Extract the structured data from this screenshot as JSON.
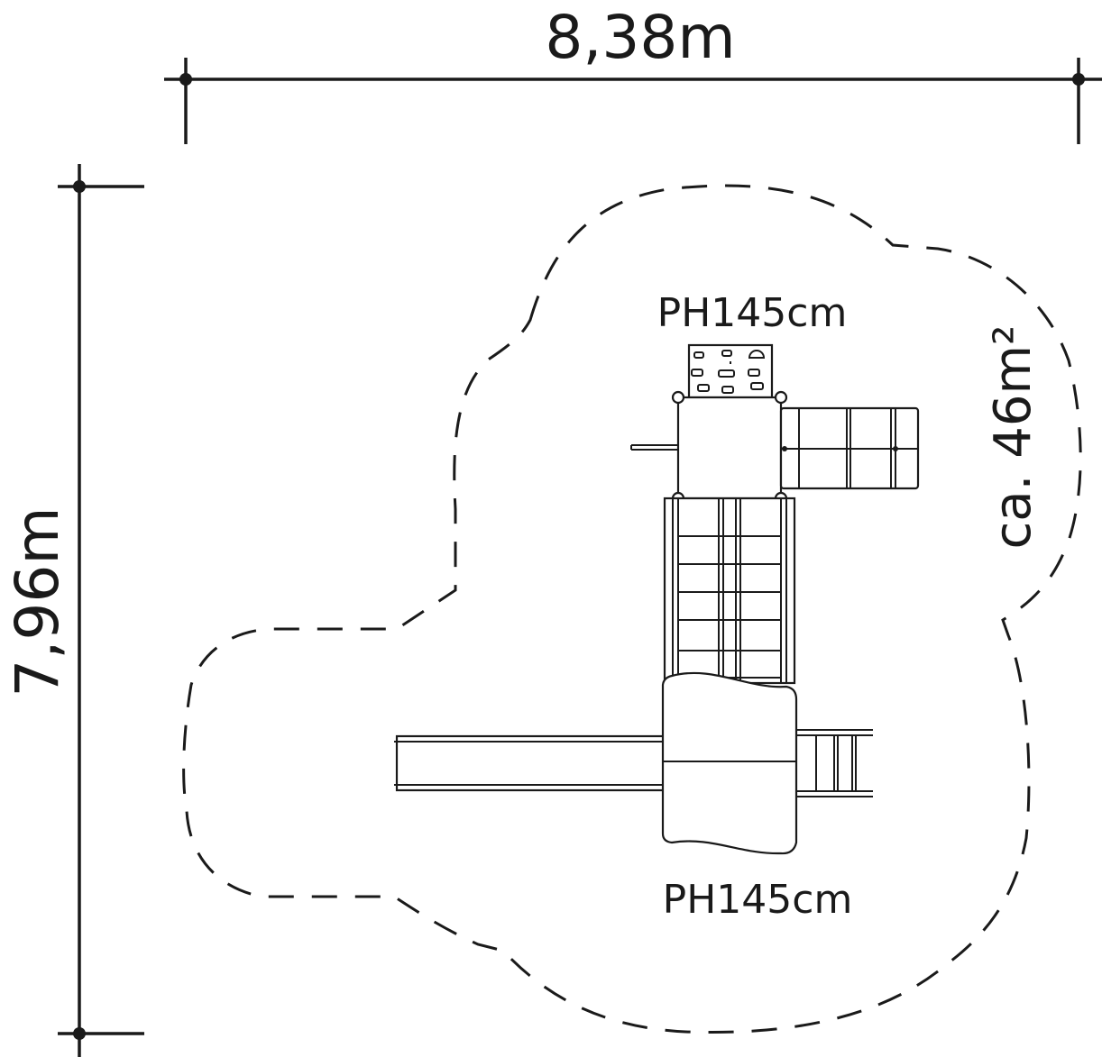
{
  "dimensions": {
    "width": "8,38m",
    "height": "7,96m"
  },
  "labels": {
    "top_platform": "PH145cm",
    "bottom_platform": "PH145cm",
    "area": "ca. 46m²"
  }
}
